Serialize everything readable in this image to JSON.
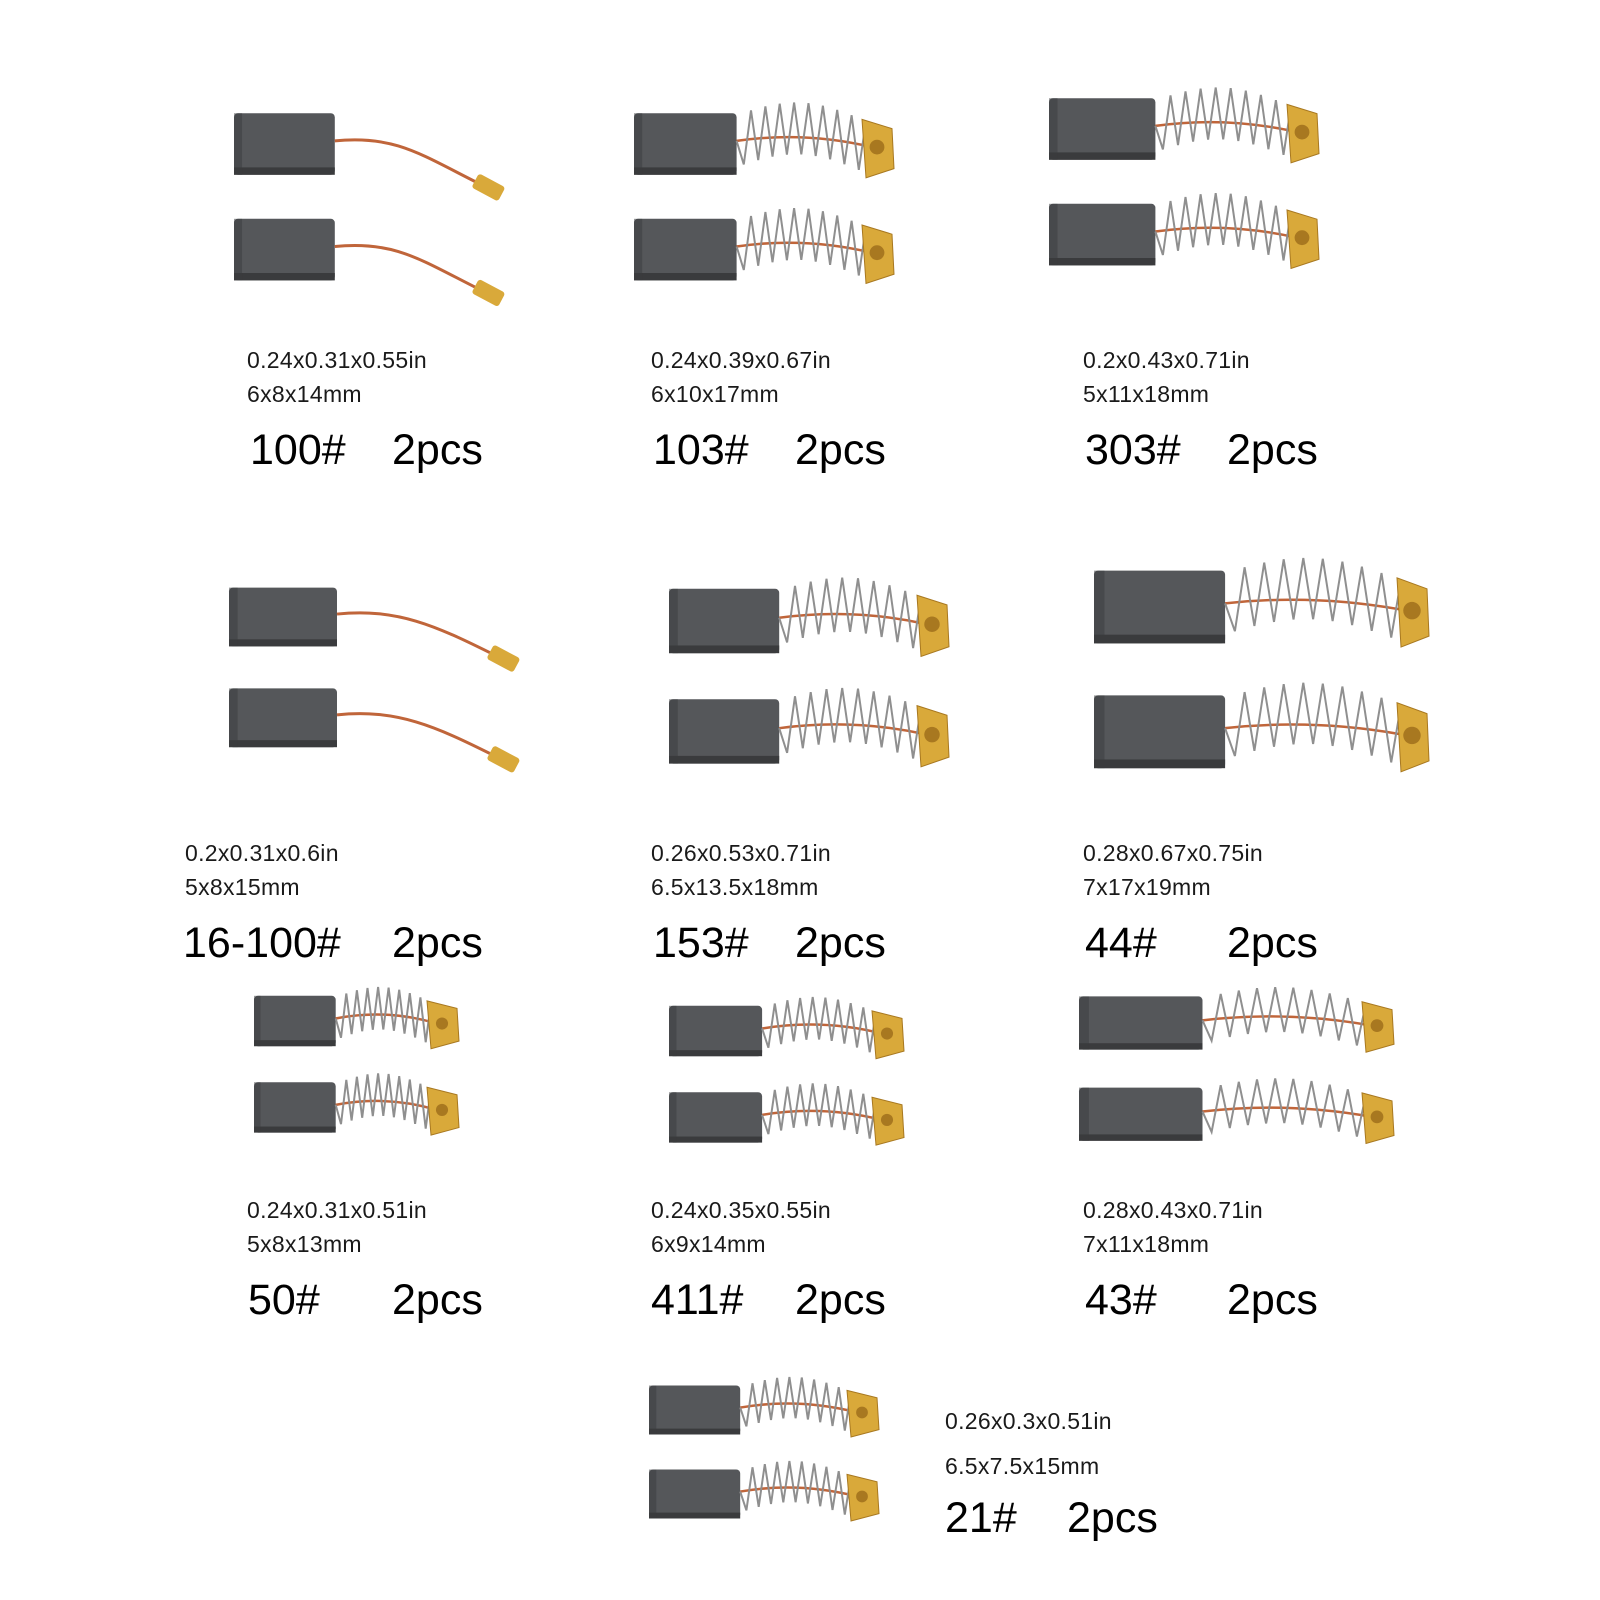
{
  "items": [
    {
      "style": "wire",
      "model": "100#",
      "qty": "2pcs",
      "dim_in": "0.24x0.31x0.55in",
      "dim_mm": "6x8x14mm"
    },
    {
      "style": "spring",
      "model": "103#",
      "qty": "2pcs",
      "dim_in": "0.24x0.39x0.67in",
      "dim_mm": "6x10x17mm"
    },
    {
      "style": "spring",
      "model": "303#",
      "qty": "2pcs",
      "dim_in": "0.2x0.43x0.71in",
      "dim_mm": "5x11x18mm"
    },
    {
      "style": "wire",
      "model": "16-100#",
      "qty": "2pcs",
      "dim_in": "0.2x0.31x0.6in",
      "dim_mm": "5x8x15mm"
    },
    {
      "style": "spring",
      "model": "153#",
      "qty": "2pcs",
      "dim_in": "0.26x0.53x0.71in",
      "dim_mm": "6.5x13.5x18mm"
    },
    {
      "style": "spring",
      "model": "44#",
      "qty": "2pcs",
      "dim_in": "0.28x0.67x0.75in",
      "dim_mm": "7x17x19mm"
    },
    {
      "style": "spring",
      "model": "50#",
      "qty": "2pcs",
      "dim_in": "0.24x0.31x0.51in",
      "dim_mm": "5x8x13mm"
    },
    {
      "style": "spring",
      "model": "411#",
      "qty": "2pcs",
      "dim_in": "0.24x0.35x0.55in",
      "dim_mm": "6x9x14mm"
    },
    {
      "style": "spring",
      "model": "43#",
      "qty": "2pcs",
      "dim_in": "0.28x0.43x0.71in",
      "dim_mm": "7x11x18mm"
    },
    {
      "style": "spring",
      "model": "21#",
      "qty": "2pcs",
      "dim_in": "0.26x0.3x0.51in",
      "dim_mm": "6.5x7.5x15mm"
    }
  ],
  "colors": {
    "carbon": "#55575a",
    "carbon_dark": "#3a3b3d",
    "copper": "#c0653a",
    "spring": "#8f8f8f",
    "brass": "#d9a93a",
    "brass_dark": "#a87820"
  }
}
